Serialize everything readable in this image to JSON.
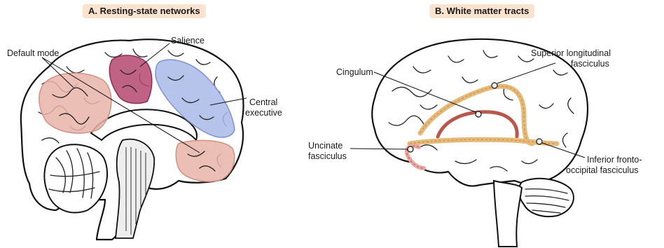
{
  "panel_a": {
    "title": "A. Resting-state networks",
    "labels": {
      "default_mode": "Default mode",
      "salience": "Salience",
      "central_executive_1": "Central",
      "central_executive_2": "executive"
    },
    "colors": {
      "default_mode": "#e8b4a8",
      "salience": "#b5476f",
      "central_executive": "#a9b9e6"
    }
  },
  "panel_b": {
    "title": "B. White matter tracts",
    "labels": {
      "cingulum": "Cingulum",
      "slf_1": "Superior longitudinal",
      "slf_2": "fasciculus",
      "uncinate_1": "Uncinate",
      "uncinate_2": "fasciculus",
      "ifof_1": "Inferior fronto-",
      "ifof_2": "occipital fasciculus"
    },
    "colors": {
      "cingulum": "#b8584d",
      "slf": "#e7b978",
      "uncinate": "#e8a7a0",
      "ifof": "#e7b978"
    }
  }
}
